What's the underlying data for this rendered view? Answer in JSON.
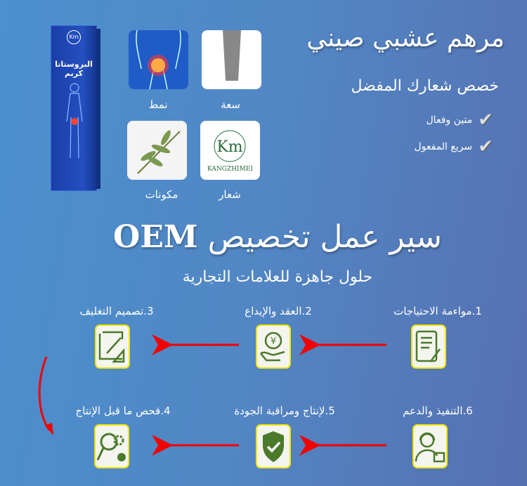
{
  "product": {
    "box_title": "البروستاتا كريم",
    "logo": "Km",
    "brand": "KANGZHIMEI"
  },
  "tiles": [
    {
      "label": "نمط",
      "icon": "prostate-body-icon"
    },
    {
      "label": "سعة",
      "icon": "cream-tube-icon"
    },
    {
      "label": "مكونات",
      "icon": "herb-leaf-icon"
    },
    {
      "label": "شعار",
      "icon": "brand-logo",
      "logo_text": "KANGZHIMEI"
    }
  ],
  "header": {
    "title": "مرهم عشبي صيني",
    "subtitle": "خصص شعارك المفضل",
    "features": [
      "متين وفعال",
      "سريع المفعول"
    ]
  },
  "oem": {
    "title_ar": "سير عمل تخصيص",
    "title_latin": "OEM",
    "subtitle": "حلول جاهزة للعلامات التجارية"
  },
  "steps": [
    {
      "label": "1.مواءمة الاحتياجات",
      "icon": "document-edit-icon"
    },
    {
      "label": "2.العقد والإيداع",
      "icon": "yen-coin-hand-icon"
    },
    {
      "label": "3.تصميم التغليف",
      "icon": "design-blueprint-icon"
    },
    {
      "label": "4.فحص ما قبل الإنتاج",
      "icon": "magnifier-gear-icon"
    },
    {
      "label": "5.لإنتاج ومراقبة الجودة",
      "icon": "shield-check-icon"
    },
    {
      "label": "6.التنفيذ والدعم",
      "icon": "support-agent-icon"
    }
  ],
  "colors": {
    "arrow": "#f20000",
    "icon_green": "#4a7a2a",
    "step_border": "#f1e500"
  }
}
